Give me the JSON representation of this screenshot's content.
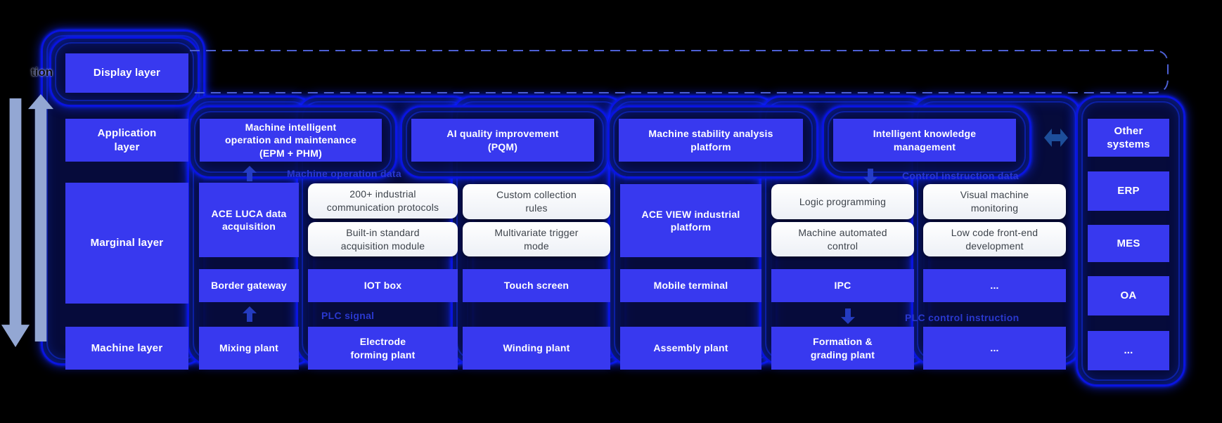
{
  "colors": {
    "background": "#000000",
    "box_blue": "#3839ef",
    "glow_border": "#0a14e0",
    "container_fill": "#070c40",
    "white_box": "#ffffff",
    "white_box_text": "#3d434b",
    "flow_label_blue": "#2a38cf",
    "side_arrow": "#93a7d3",
    "double_arrow": "#1d4e9a",
    "dashed_border": "#4d60d4"
  },
  "fragment_label": "tion",
  "layers": {
    "display": "Display layer",
    "application": "Application\nlayer",
    "marginal": "Marginal layer",
    "machine": "Machine layer"
  },
  "application_row": {
    "epm_phm": "Machine intelligent\noperation and maintenance\n(EPM + PHM)",
    "pqm": "AI quality improvement\n(PQM)",
    "stability": "Machine stability analysis\nplatform",
    "knowledge": "Intelligent knowledge\nmanagement"
  },
  "marginal_row": {
    "ace_luca": "ACE LUCA data\nacquisition",
    "protocols": "200+ industrial\ncommunication protocols",
    "custom_rules": "Custom collection\nrules",
    "builtin_module": "Built-in standard\nacquisition module",
    "trigger_mode": "Multivariate trigger\nmode",
    "ace_view": "ACE VIEW industrial\nplatform",
    "logic_programming": "Logic programming",
    "visual_monitoring": "Visual machine\nmonitoring",
    "automated_control": "Machine automated\ncontrol",
    "low_code": "Low code front-end\ndevelopment"
  },
  "device_row": {
    "border_gateway": "Border gateway",
    "iot_box": "IOT box",
    "touch_screen": "Touch screen",
    "mobile_terminal": "Mobile terminal",
    "ipc": "IPC",
    "ellipsis": "..."
  },
  "machine_row": {
    "mixing": "Mixing plant",
    "electrode": "Electrode\nforming plant",
    "winding": "Winding plant",
    "assembly": "Assembly plant",
    "formation": "Formation &\ngrading plant",
    "ellipsis": "..."
  },
  "external_systems": {
    "other": "Other\nsystems",
    "erp": "ERP",
    "mes": "MES",
    "oa": "OA",
    "ellipsis": "..."
  },
  "flow_labels": {
    "machine_operation_data": "Machine operation data",
    "control_instruction_data": "Control instruction data",
    "plc_signal": "PLC signal",
    "plc_control_instruction": "PLC control instruction"
  }
}
